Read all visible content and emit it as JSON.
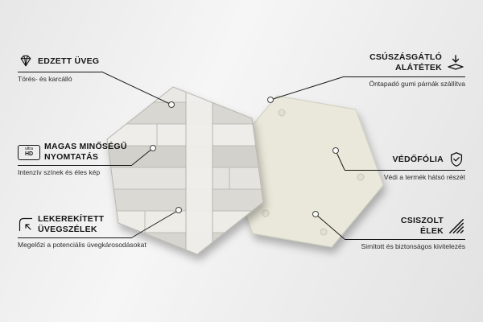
{
  "features": {
    "left": [
      {
        "title": "EDZETT ÜVEG",
        "subtitle": "Törés- és karcálló",
        "icon": "diamond-icon"
      },
      {
        "title": "MAGAS MINŐSÉGŰ NYOMTATÁS",
        "subtitle": "Intenzív színek és éles kép",
        "icon": "ultra-hd-icon",
        "icon_text_top": "ultra",
        "icon_text_bottom": "HD"
      },
      {
        "title": "LEKEREKÍTETT ÜVEGSZÉLEK",
        "subtitle": "Megelőzi a potenciális üvegkárosodásokat",
        "icon": "rounded-corner-icon"
      }
    ],
    "right": [
      {
        "title": "CSÚSZÁSGÁTLÓ ALÁTÉTEK",
        "subtitle": "Öntapadó gumi párnák szállítva",
        "icon": "anti-slip-pads-icon"
      },
      {
        "title": "VÉDŐFÓLIA",
        "subtitle": "Védi a termék hátsó részét",
        "icon": "shield-check-icon"
      },
      {
        "title": "CSISZOLT ÉLEK",
        "subtitle": "Simított és biztonságos kivitelezés",
        "icon": "polished-edges-icon"
      }
    ]
  },
  "colors": {
    "board_back": "#e9e8da",
    "board_back_edge": "#cfcfc0",
    "wood_base": "#e3e2dd",
    "wood_line": "#b2b0aa",
    "connector": "#1c1c1c"
  }
}
